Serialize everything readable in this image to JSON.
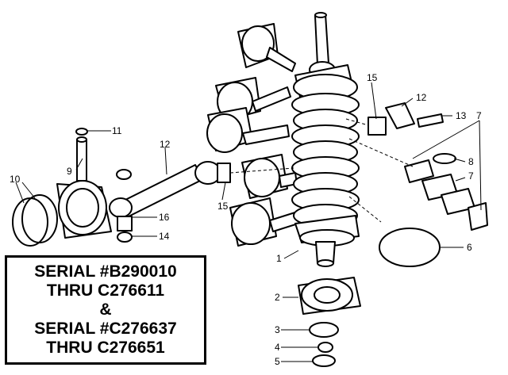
{
  "serial_block": {
    "line1": "SERIAL #B290010",
    "line2": "THRU C276611",
    "line3": "&",
    "line4": "SERIAL #C276637",
    "line5": "THRU C276651"
  },
  "callouts": {
    "c1": "1",
    "c2": "2",
    "c3": "3",
    "c4": "4",
    "c5": "5",
    "c6": "6",
    "c7a": "7",
    "c7b": "7",
    "c8": "8",
    "c9": "9",
    "c10": "10",
    "c11": "11",
    "c12a": "12",
    "c12b": "12",
    "c13": "13",
    "c14": "14",
    "c15a": "15",
    "c15b": "15",
    "c16": "16"
  },
  "colors": {
    "ink": "#000000",
    "paper": "#ffffff"
  }
}
